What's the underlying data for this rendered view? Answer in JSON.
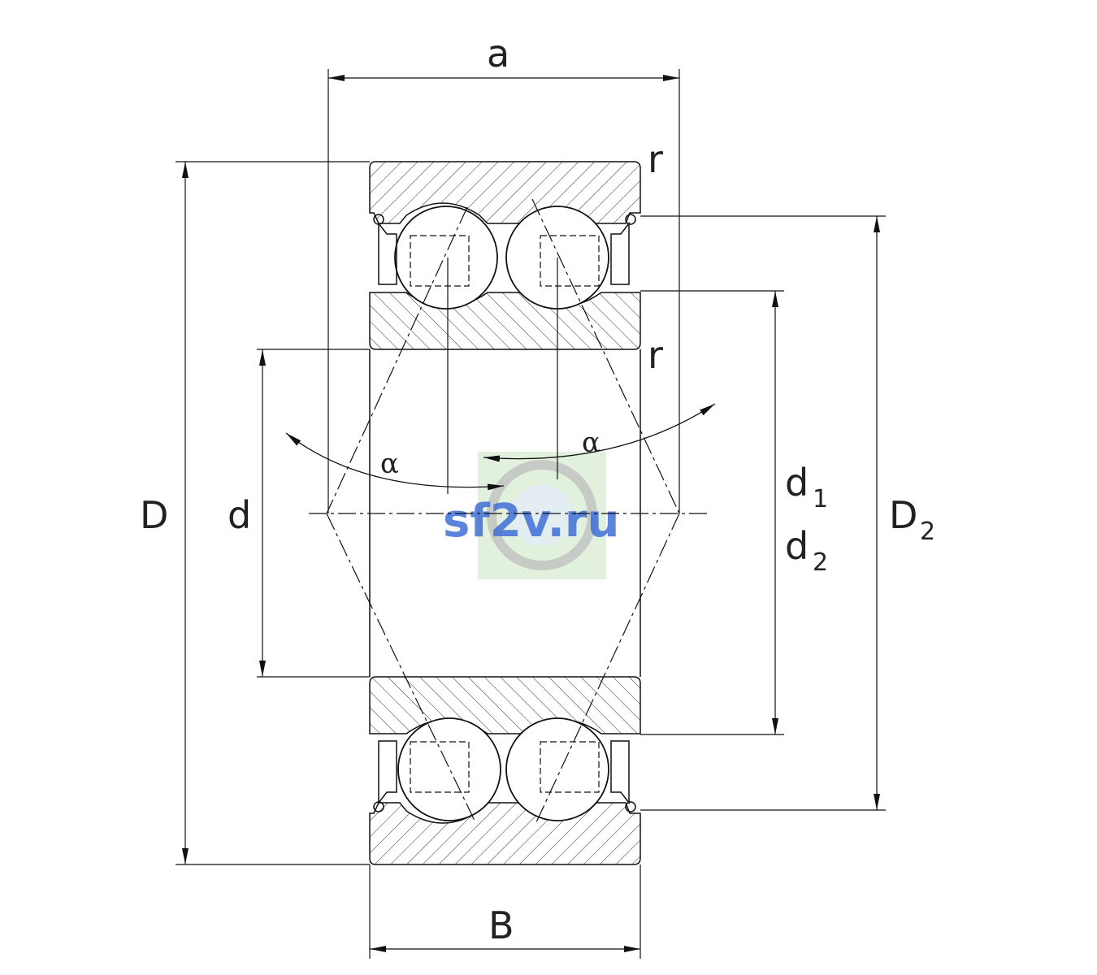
{
  "labels": {
    "a": "a",
    "r_top": "r",
    "r_mid": "r",
    "D": "D",
    "d": "d",
    "d1_main": "d",
    "d1_sub": "1",
    "d2_main": "d",
    "d2_sub": "2",
    "D2_main": "D",
    "D2_sub": "2",
    "alpha_left": "α",
    "alpha_right": "α",
    "B": "B"
  },
  "watermark": {
    "text": "sf2v.ru",
    "color": "#3f6fd6"
  }
}
